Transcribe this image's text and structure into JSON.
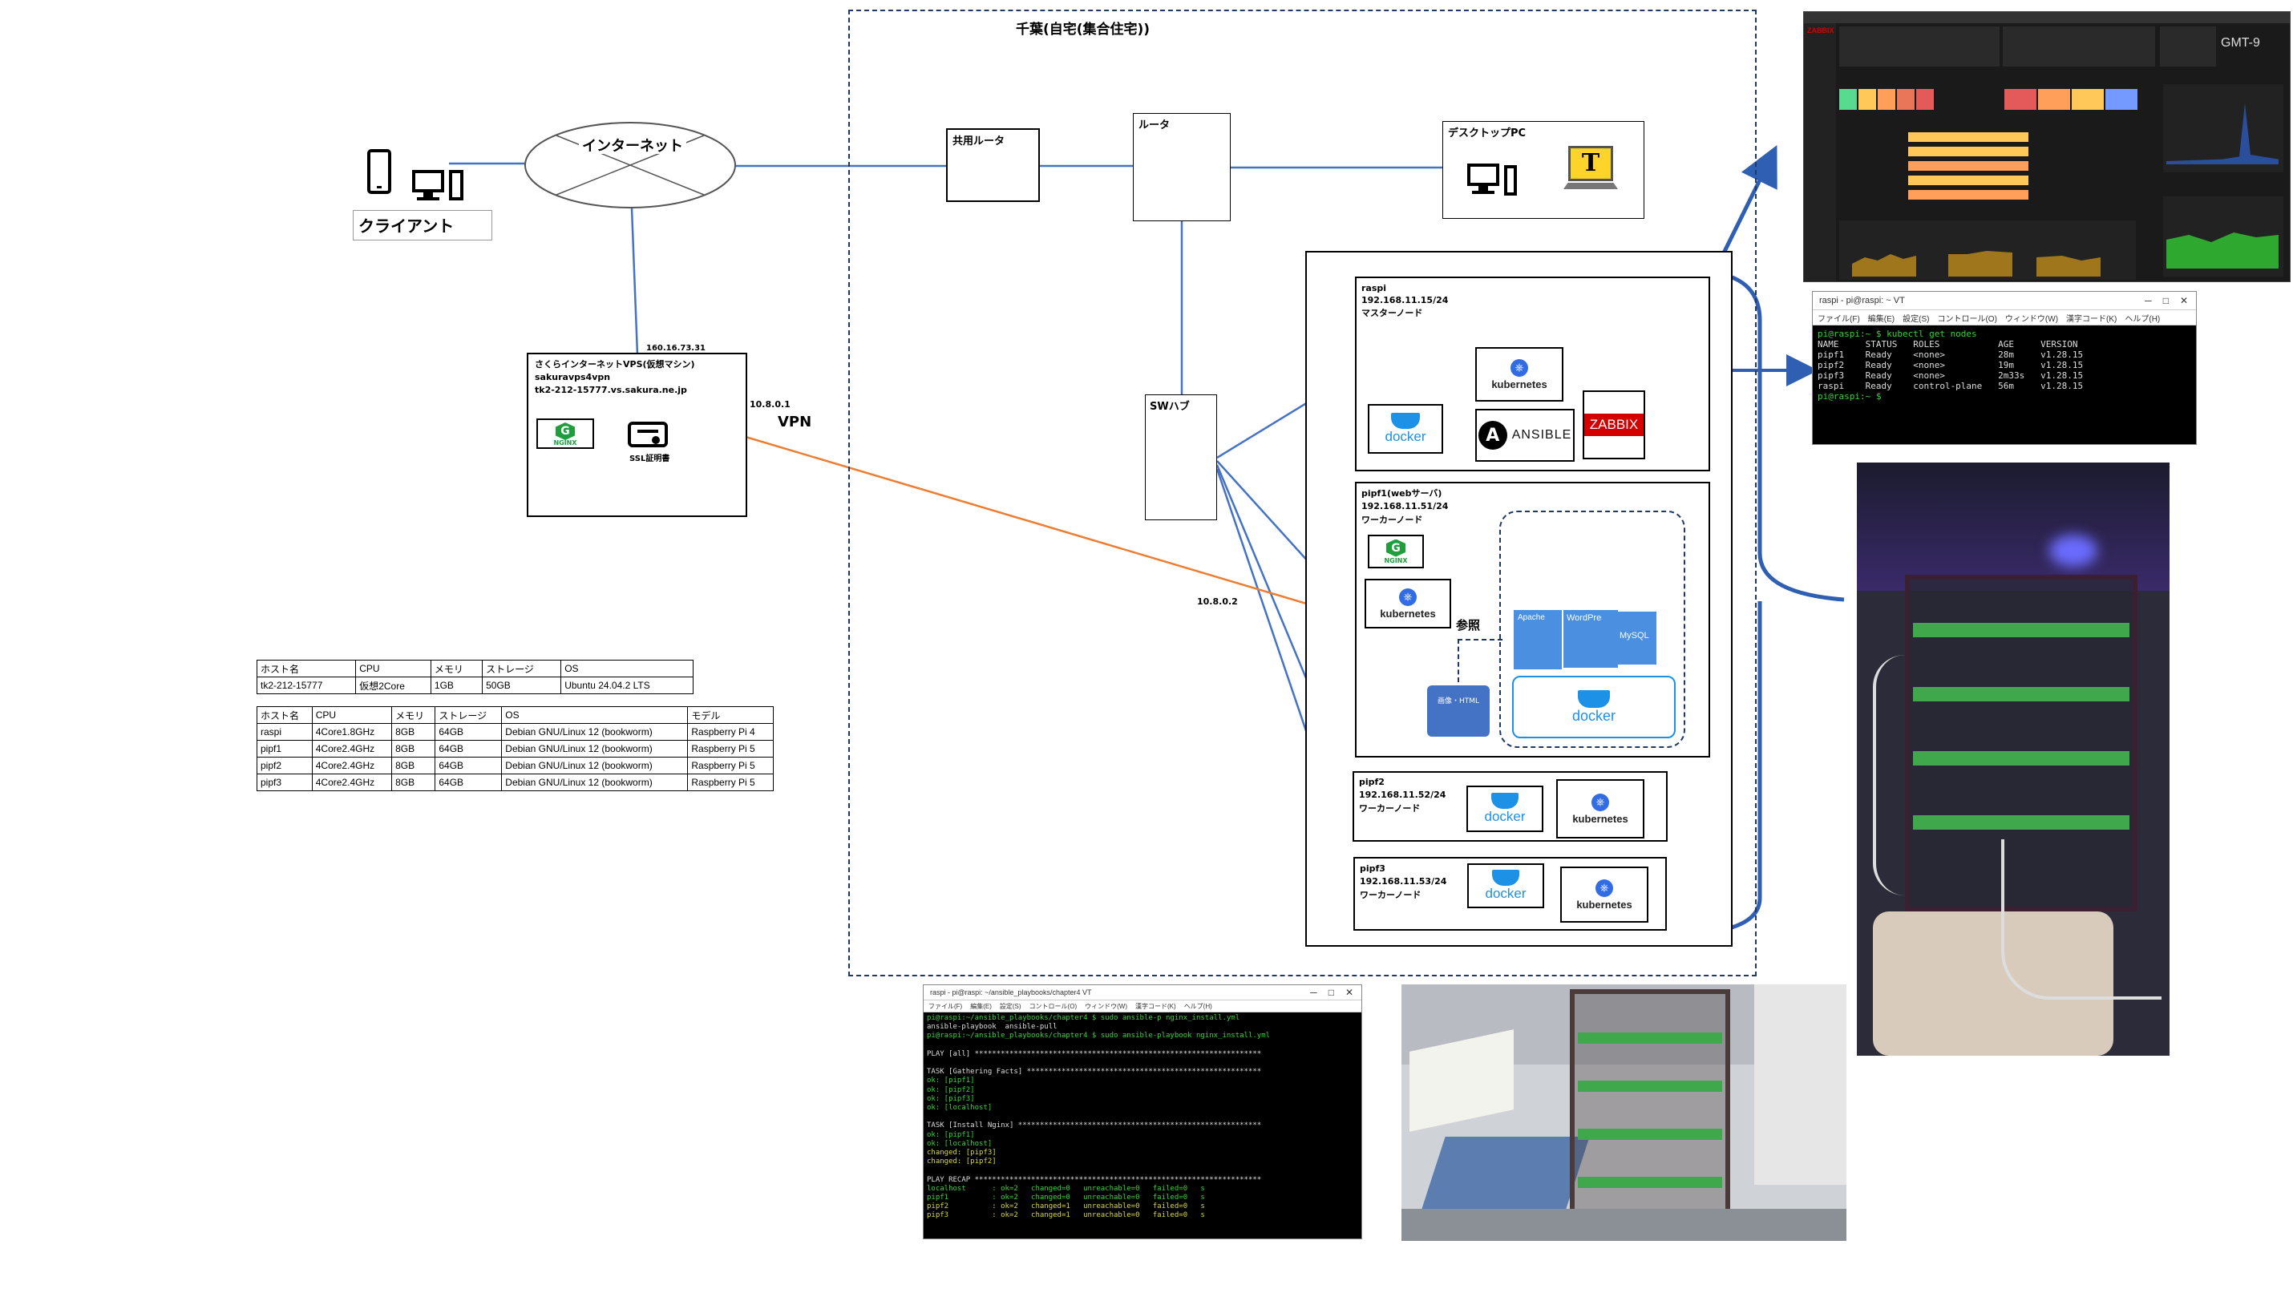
{
  "site_title": "千葉(自宅(集合住宅))",
  "client": {
    "label": "クライアント"
  },
  "internet": {
    "label": "インターネット"
  },
  "vps": {
    "ip_label": "160.16.73.31",
    "title": "さくらインターネットVPS(仮想マシン)",
    "name": "sakuravps4vpn",
    "host": "tk2-212-15777.vs.sakura.ne.jp",
    "nginx": "NGINX",
    "ssl": "SSL証明書"
  },
  "vpn": {
    "label": "VPN",
    "ip_vps": "10.8.0.1",
    "ip_pi": "10.8.0.2"
  },
  "shared_router": "共用ルータ",
  "router": "ルータ",
  "desktop_pc": "デスクトップPC",
  "sw_hub": "SWハブ",
  "nodes": {
    "raspi": {
      "name": "raspi",
      "ip": "192.168.11.15/24",
      "role": "マスターノード"
    },
    "pipf1": {
      "name": "pipf1(webサーバ)",
      "ip": "192.168.11.51/24",
      "role": "ワーカーノード"
    },
    "pipf2": {
      "name": "pipf2",
      "ip": "192.168.11.52/24",
      "role": "ワーカーノード"
    },
    "pipf3": {
      "name": "pipf3",
      "ip": "192.168.11.53/24",
      "role": "ワーカーノード"
    }
  },
  "logos": {
    "kubernetes": "kubernetes",
    "docker": "docker",
    "ansible": "ANSIBLE",
    "zabbix": "ZABBIX",
    "nginx": "NGINX",
    "apache": "Apache",
    "wordpress": "WordPress",
    "mysql": "MySQL",
    "static": "画像・HTML",
    "reference": "参照"
  },
  "vps_table": {
    "headers": [
      "ホスト名",
      "CPU",
      "メモリ",
      "ストレージ",
      "OS"
    ],
    "rows": [
      [
        "tk2-212-15777",
        "仮想2Core",
        "1GB",
        "50GB",
        "Ubuntu 24.04.2 LTS"
      ]
    ]
  },
  "pi_table": {
    "headers": [
      "ホスト名",
      "CPU",
      "メモリ",
      "ストレージ",
      "OS",
      "モデル"
    ],
    "rows": [
      [
        "raspi",
        "4Core1.8GHz",
        "8GB",
        "64GB",
        "Debian GNU/Linux 12 (bookworm)",
        "Raspberry Pi 4"
      ],
      [
        "pipf1",
        "4Core2.4GHz",
        "8GB",
        "64GB",
        "Debian GNU/Linux 12 (bookworm)",
        "Raspberry Pi 5"
      ],
      [
        "pipf2",
        "4Core2.4GHz",
        "8GB",
        "64GB",
        "Debian GNU/Linux 12 (bookworm)",
        "Raspberry Pi 5"
      ],
      [
        "pipf3",
        "4Core2.4GHz",
        "8GB",
        "64GB",
        "Debian GNU/Linux 12 (bookworm)",
        "Raspberry Pi 5"
      ]
    ]
  },
  "zabbix_shot": {
    "brand": "ZABBIX",
    "clock": "GMT-9"
  },
  "kubectl_terminal": {
    "title": "raspi - pi@raspi: ~ VT",
    "menu": [
      "ファイル(F)",
      "編集(E)",
      "設定(S)",
      "コントロール(O)",
      "ウィンドウ(W)",
      "漢字コード(K)",
      "ヘルプ(H)"
    ],
    "prompt": "pi@raspi:~ $ kubectl get nodes",
    "headers": "NAME     STATUS   ROLES           AGE     VERSION",
    "rows": [
      "pipf1    Ready    <none>          28m     v1.28.15",
      "pipf2    Ready    <none>          19m     v1.28.15",
      "pipf3    Ready    <none>          2m33s   v1.28.15",
      "raspi    Ready    control-plane   56m     v1.28.15"
    ],
    "end_prompt": "pi@raspi:~ $"
  },
  "ansible_terminal": {
    "title": "raspi - pi@raspi: ~/ansible_playbooks/chapter4 VT",
    "menu": [
      "ファイル(F)",
      "編集(E)",
      "設定(S)",
      "コントロール(O)",
      "ウィンドウ(W)",
      "漢字コード(K)",
      "ヘルプ(H)"
    ],
    "lines": [
      "pi@raspi:~/ansible_playbooks/chapter4 $ sudo ansible-p nginx_install.yml",
      "ansible-playbook  ansible-pull",
      "pi@raspi:~/ansible_playbooks/chapter4 $ sudo ansible-playbook nginx_install.yml",
      "",
      "PLAY [all] ******************************************************************",
      "",
      "TASK [Gathering Facts] ******************************************************",
      "ok: [pipf1]",
      "ok: [pipf2]",
      "ok: [pipf3]",
      "ok: [localhost]",
      "",
      "TASK [Install Nginx] ********************************************************",
      "ok: [pipf1]",
      "ok: [localhost]",
      "changed: [pipf3]",
      "changed: [pipf2]",
      "",
      "PLAY RECAP ******************************************************************",
      "localhost      : ok=2   changed=0   unreachable=0   failed=0   s",
      "pipf1          : ok=2   changed=0   unreachable=0   failed=0   s",
      "pipf2          : ok=2   changed=1   unreachable=0   failed=0   s",
      "pipf3          : ok=2   changed=1   unreachable=0   failed=0   s"
    ]
  },
  "colors": {
    "wire_blue": "#4472c4",
    "vpn_orange": "#ed7d31",
    "arrow_blue": "#2f5fb3",
    "docker_blue": "#1d91e6",
    "k8s_blue": "#326ce5"
  }
}
